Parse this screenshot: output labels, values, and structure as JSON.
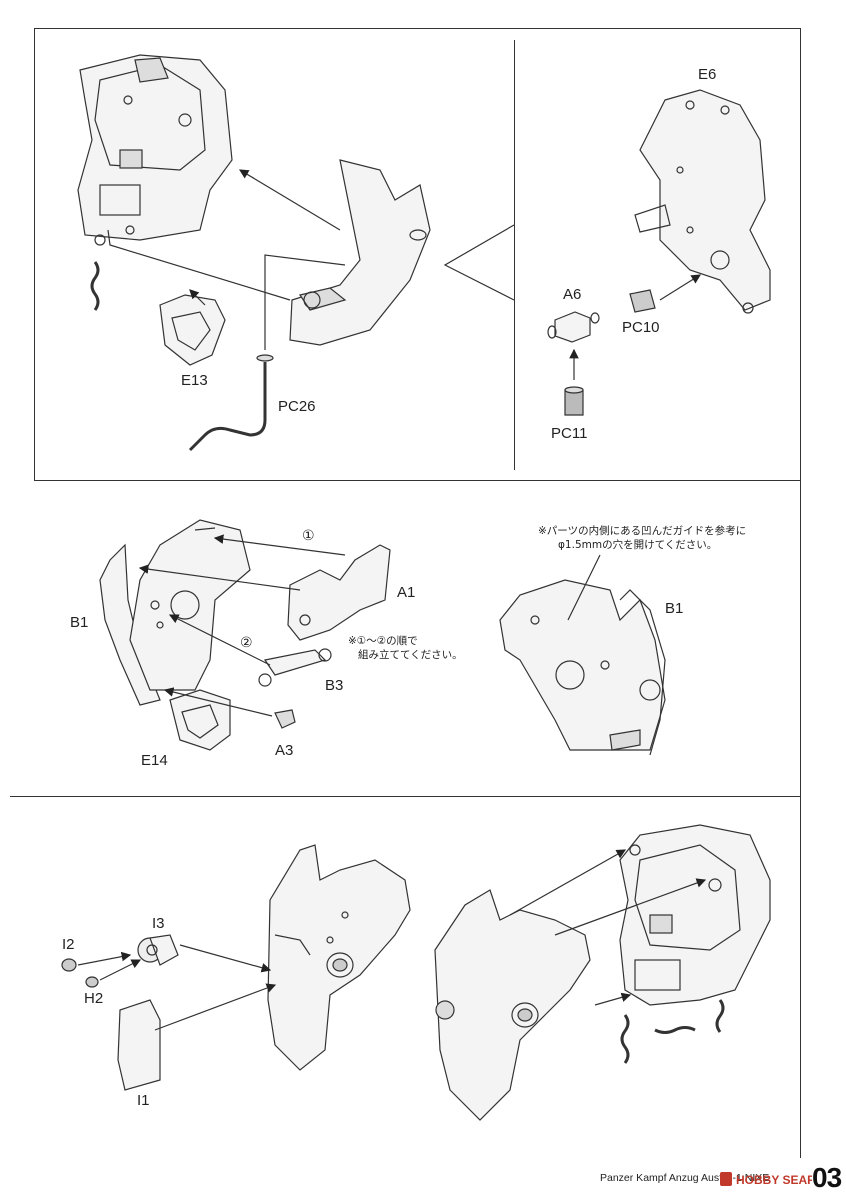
{
  "steps": {
    "step1": {
      "left_labels": {
        "e13": "E13",
        "pc26": "PC26"
      },
      "right_labels": {
        "e6": "E6",
        "a6": "A6",
        "pc10": "PC10",
        "pc11": "PC11"
      }
    },
    "step2": {
      "labels": {
        "a1": "A1",
        "b1_left": "B1",
        "b3": "B3",
        "e14": "E14",
        "a3": "A3",
        "b1_right": "B1"
      },
      "order_marks": {
        "one": "①",
        "two": "②"
      },
      "note_order": [
        "※①～②の順で",
        "組み立ててください。"
      ],
      "note_hole": [
        "※パーツの内側にある凹んだガイドを参考に",
        "φ1.5mmの穴を開けてください。"
      ]
    },
    "step3": {
      "labels": {
        "i3": "I3",
        "i2": "I2",
        "h2": "H2",
        "i1": "I1"
      }
    }
  },
  "footer": {
    "title": "Panzer Kampf Anzug Ausf N-1 NIXE",
    "page_number": "03",
    "watermark": "HOBBY SEARCH"
  },
  "colors": {
    "line": "#333333",
    "shade": "#8c8c8c",
    "dark": "#555555"
  }
}
